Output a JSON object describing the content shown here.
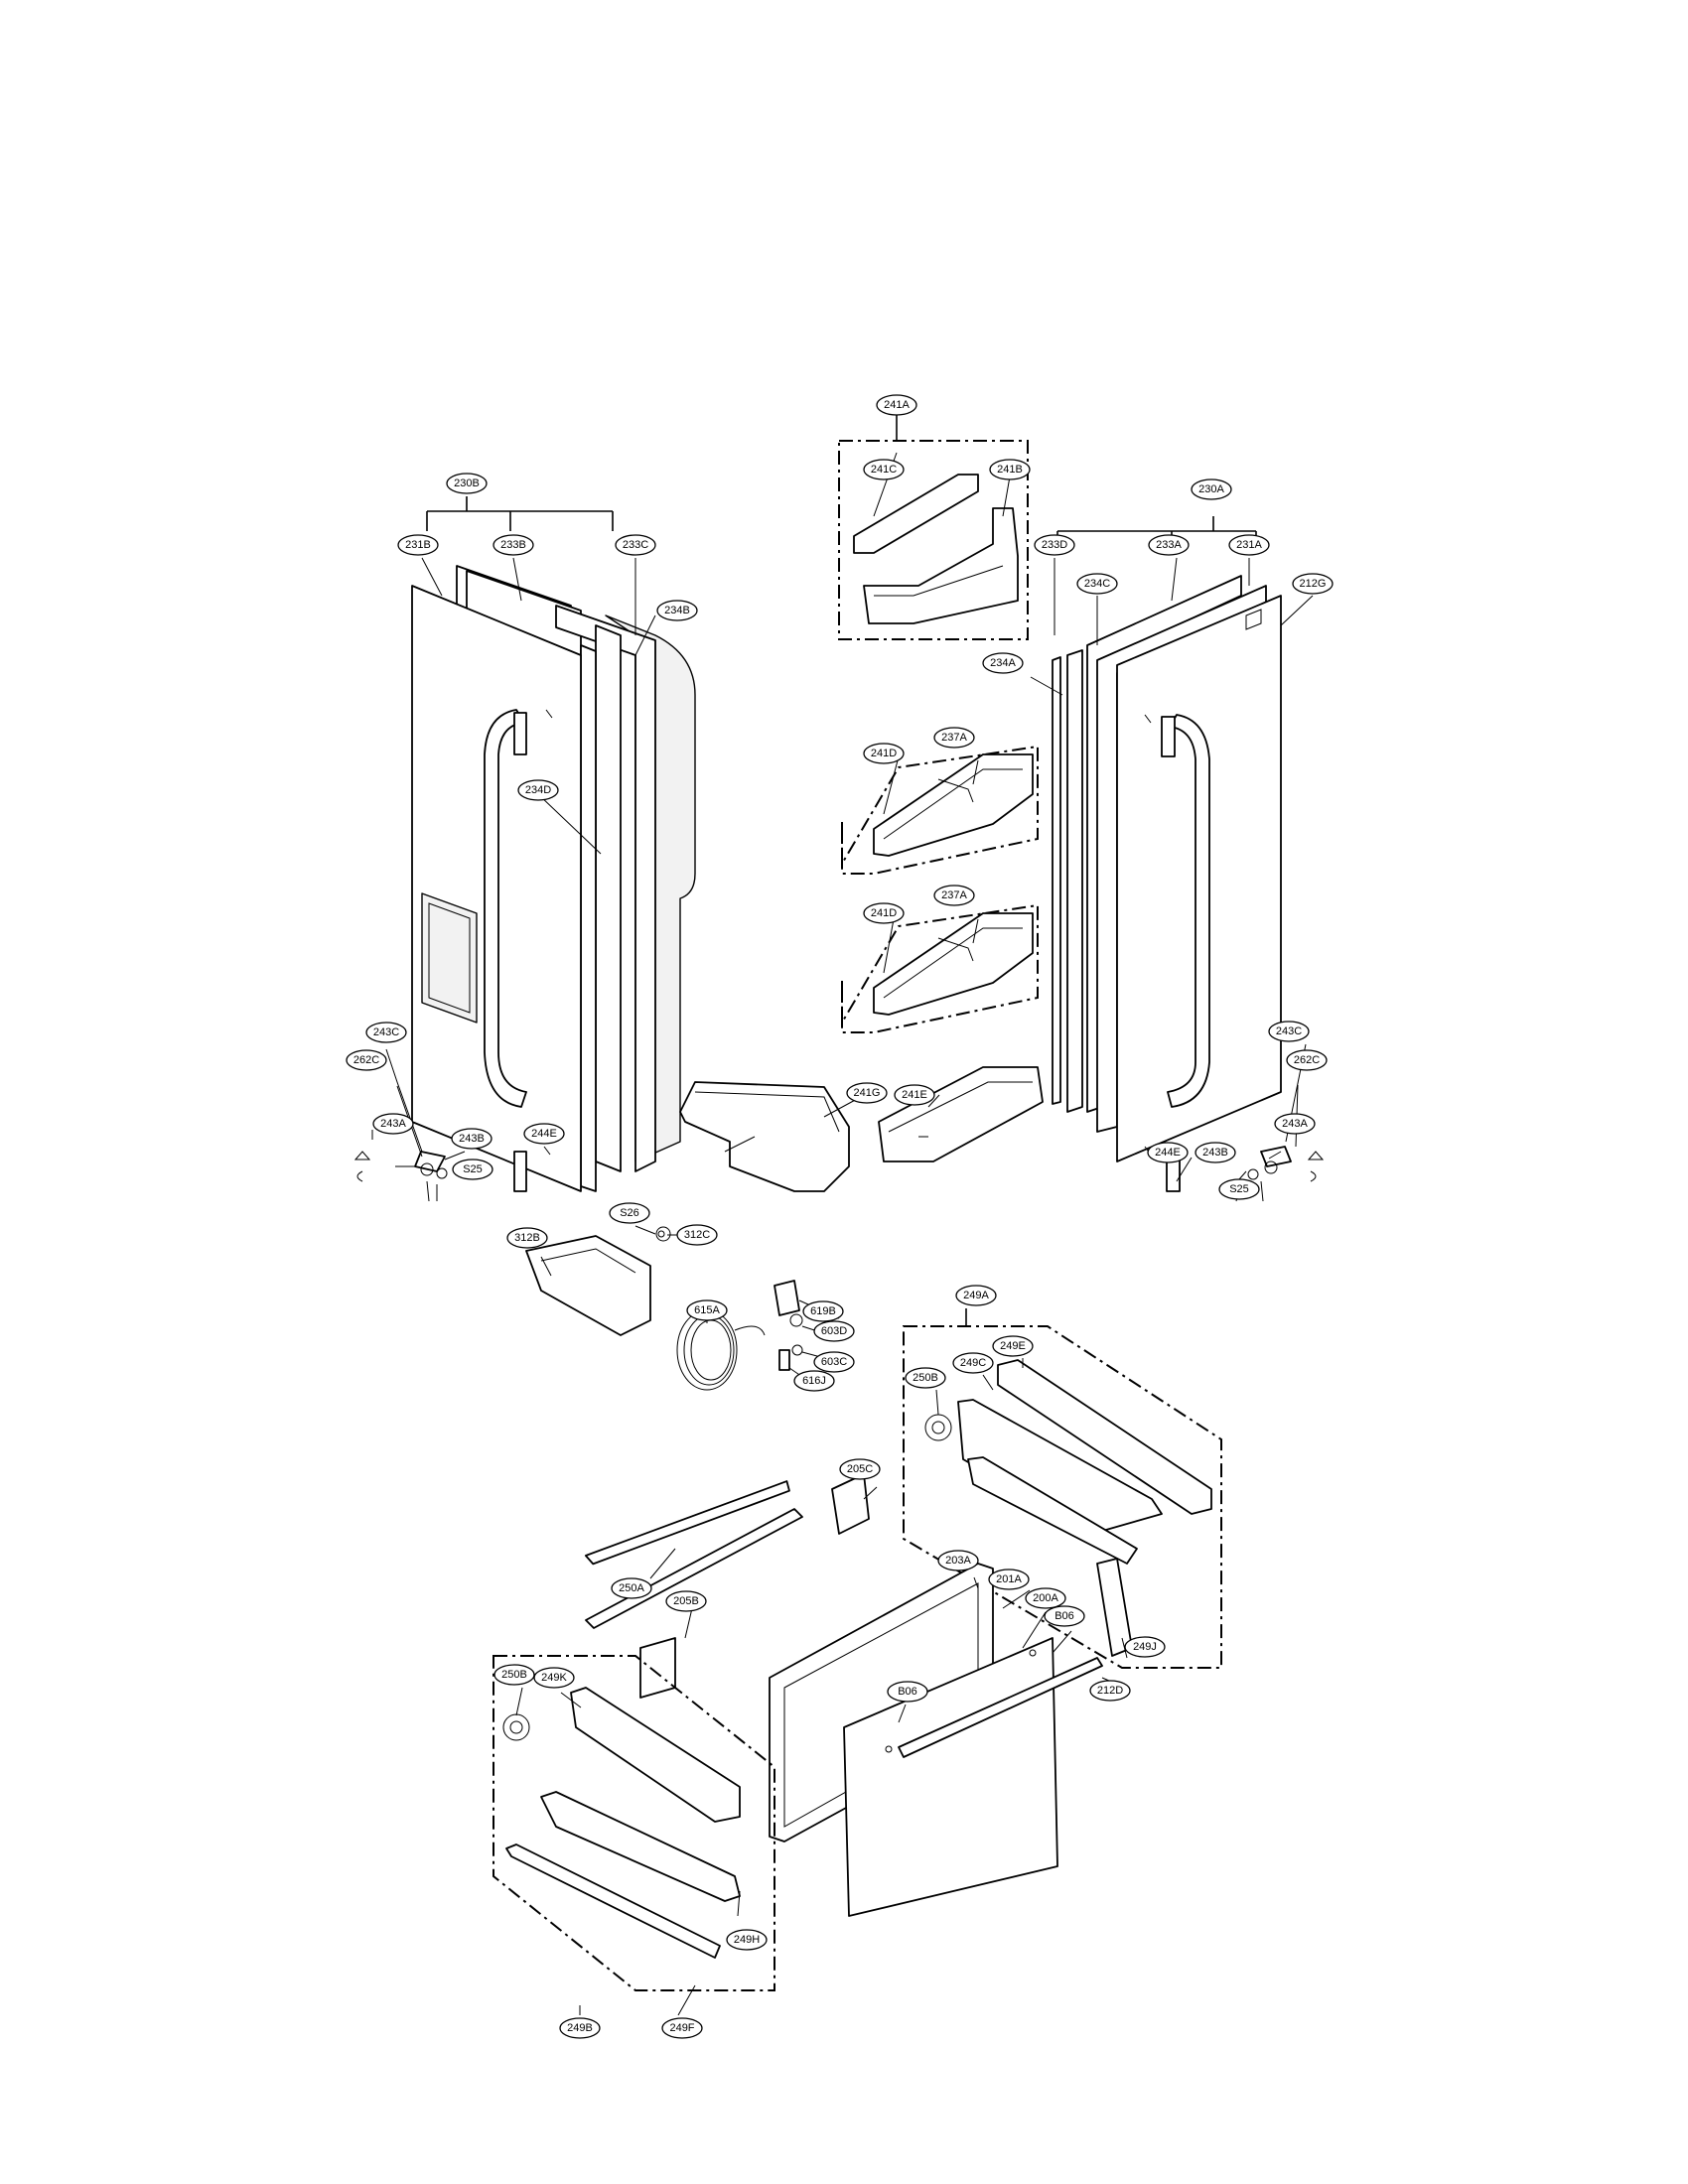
{
  "callouts": [
    {
      "id": "241A"
    },
    {
      "id": "241C"
    },
    {
      "id": "241B"
    },
    {
      "id": "230B"
    },
    {
      "id": "231B"
    },
    {
      "id": "233B"
    },
    {
      "id": "233C"
    },
    {
      "id": "234B"
    },
    {
      "id": "234D"
    },
    {
      "id": "243C"
    },
    {
      "id": "262C"
    },
    {
      "id": "243A"
    },
    {
      "id": "243B"
    },
    {
      "id": "S25"
    },
    {
      "id": "244E"
    },
    {
      "id": "241G"
    },
    {
      "id": "241D"
    },
    {
      "id": "237A"
    },
    {
      "id": "241D"
    },
    {
      "id": "237A"
    },
    {
      "id": "241E"
    },
    {
      "id": "230A"
    },
    {
      "id": "233D"
    },
    {
      "id": "233A"
    },
    {
      "id": "231A"
    },
    {
      "id": "234C"
    },
    {
      "id": "212G"
    },
    {
      "id": "234A"
    },
    {
      "id": "243C"
    },
    {
      "id": "262C"
    },
    {
      "id": "243A"
    },
    {
      "id": "243B"
    },
    {
      "id": "S25"
    },
    {
      "id": "244E"
    },
    {
      "id": "312B"
    },
    {
      "id": "S26"
    },
    {
      "id": "312C"
    },
    {
      "id": "615A"
    },
    {
      "id": "619B"
    },
    {
      "id": "603D"
    },
    {
      "id": "603C"
    },
    {
      "id": "616J"
    },
    {
      "id": "249A"
    },
    {
      "id": "249C"
    },
    {
      "id": "249E"
    },
    {
      "id": "250B"
    },
    {
      "id": "205C"
    },
    {
      "id": "250A"
    },
    {
      "id": "205B"
    },
    {
      "id": "203A"
    },
    {
      "id": "201A"
    },
    {
      "id": "200A"
    },
    {
      "id": "B06"
    },
    {
      "id": "249J"
    },
    {
      "id": "212D"
    },
    {
      "id": "B06"
    },
    {
      "id": "250B"
    },
    {
      "id": "249K"
    },
    {
      "id": "249H"
    },
    {
      "id": "249B"
    },
    {
      "id": "249F"
    }
  ]
}
